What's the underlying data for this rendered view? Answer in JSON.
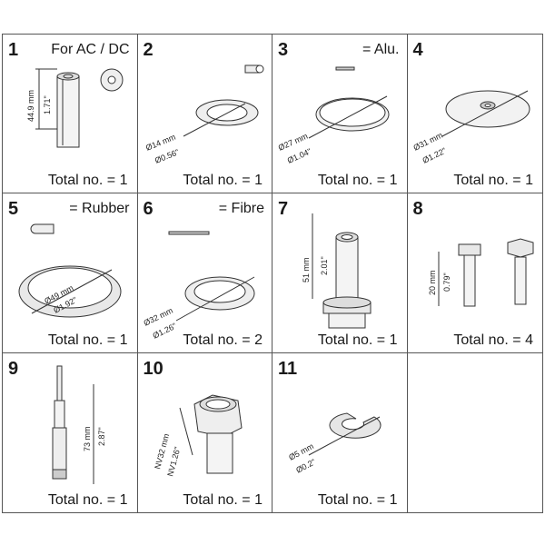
{
  "parts": [
    {
      "id": "1",
      "note": "For AC / DC",
      "dims": [
        "44.9 mm",
        "1.71\""
      ],
      "total": "Total no. = 1"
    },
    {
      "id": "2",
      "note": "",
      "dims": [
        "Ø14 mm",
        "Ø0.56\""
      ],
      "total": "Total no. = 1"
    },
    {
      "id": "3",
      "note": "= Alu.",
      "dims": [
        "Ø27 mm",
        "Ø1.04\""
      ],
      "total": "Total no. = 1"
    },
    {
      "id": "4",
      "note": "",
      "dims": [
        "Ø31 mm",
        "Ø1.22\""
      ],
      "total": "Total no. = 1"
    },
    {
      "id": "5",
      "note": "= Rubber",
      "dims": [
        "Ø49 mm",
        "Ø1.92\""
      ],
      "total": "Total no. = 1"
    },
    {
      "id": "6",
      "note": "= Fibre",
      "dims": [
        "Ø32 mm",
        "Ø1.26\""
      ],
      "total": "Total no. = 2"
    },
    {
      "id": "7",
      "note": "",
      "dims": [
        "51 mm",
        "2.01\""
      ],
      "total": "Total no. = 1"
    },
    {
      "id": "8",
      "note": "",
      "dims": [
        "20 mm",
        "0.79\""
      ],
      "total": "Total no. = 4"
    },
    {
      "id": "9",
      "note": "",
      "dims": [
        "73 mm",
        "2.87\""
      ],
      "total": "Total no. = 1"
    },
    {
      "id": "10",
      "note": "",
      "dims": [
        "NV32 mm",
        "NV1.26\""
      ],
      "total": "Total no. = 1"
    },
    {
      "id": "11",
      "note": "",
      "dims": [
        "Ø5 mm",
        "Ø0.2\""
      ],
      "total": "Total no. = 1"
    }
  ]
}
